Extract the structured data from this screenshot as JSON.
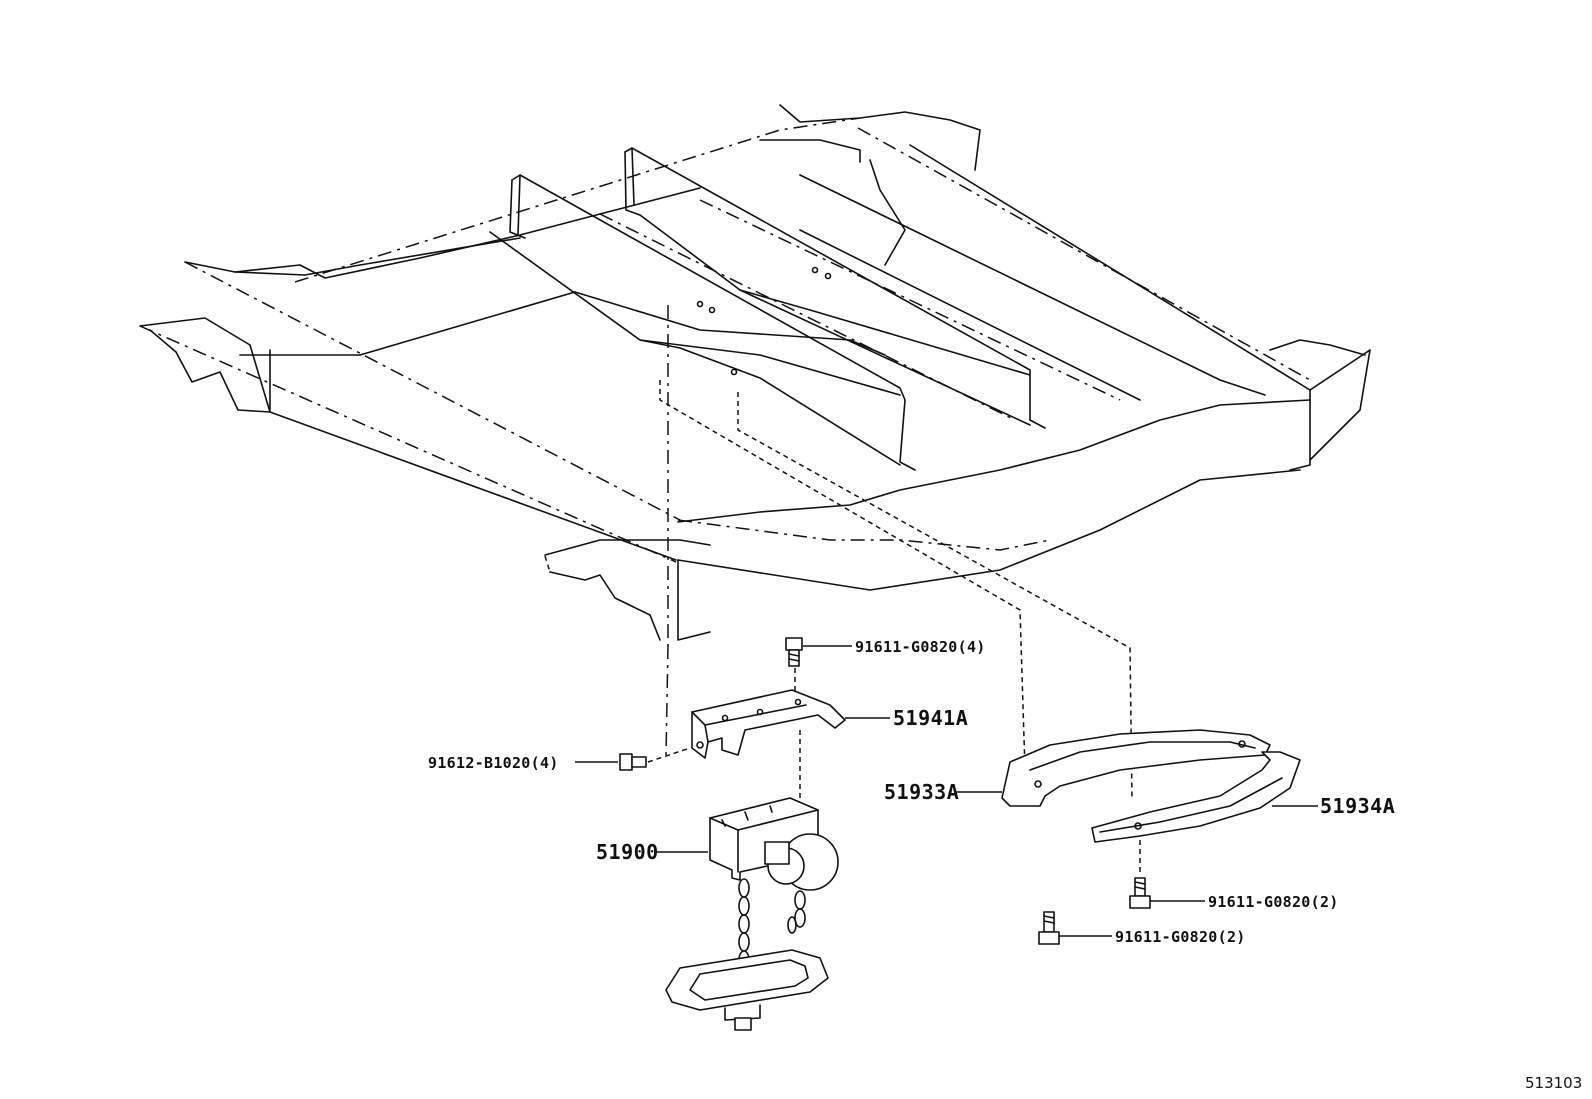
{
  "parts": {
    "bolt_top": "91611-G0820(4)",
    "bracket": "51941A",
    "bolt_side": "91612-B1020(4)",
    "carrier": "51900",
    "plate_left": "51933A",
    "plate_right": "51934A",
    "bolt_right": "91611-G0820(2)",
    "bolt_left": "91611-G0820(2)"
  },
  "diagram_code": "513103"
}
